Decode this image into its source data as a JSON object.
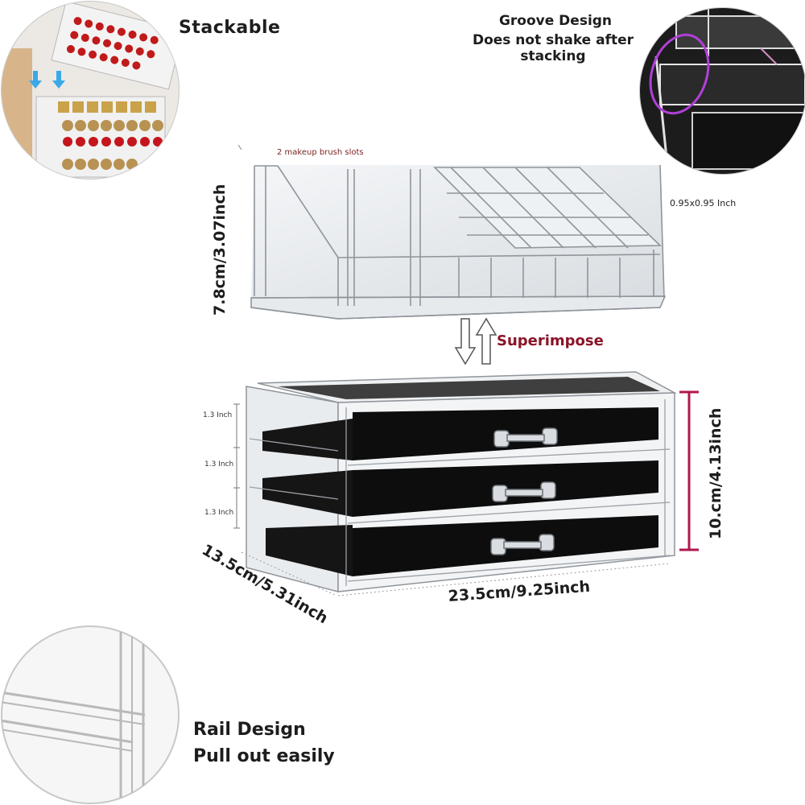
{
  "labels": {
    "stackable": "Stackable",
    "groove_line1": "Groove Design",
    "groove_line2": "Does not shake after stacking",
    "brush_slots": "2 makeup brush slots",
    "cell_size": "0.95x0.95 Inch",
    "superimpose": "Superimpose",
    "drawer_h1": "1.3 Inch",
    "drawer_h2": "1.3 Inch",
    "drawer_h3": "1.3 Inch",
    "width": "23.5cm/9.25inch",
    "depth": "13.5cm/5.31inch",
    "top_height": "7.8cm/3.07inch",
    "base_height": "10.cm/4.13inch",
    "rail_line1": "Rail Design",
    "rail_line2": "Pull out easily"
  },
  "colors": {
    "accent_red": "#8a1428",
    "magenta_dim": "#b0174f",
    "groove_circle": "#b040d8",
    "acrylic_edge": "#9aa0a6",
    "velvet_black": "#0d0d0d"
  },
  "icons": {
    "down_arrow": "down-arrow-icon",
    "up_arrow": "up-arrow-icon"
  }
}
